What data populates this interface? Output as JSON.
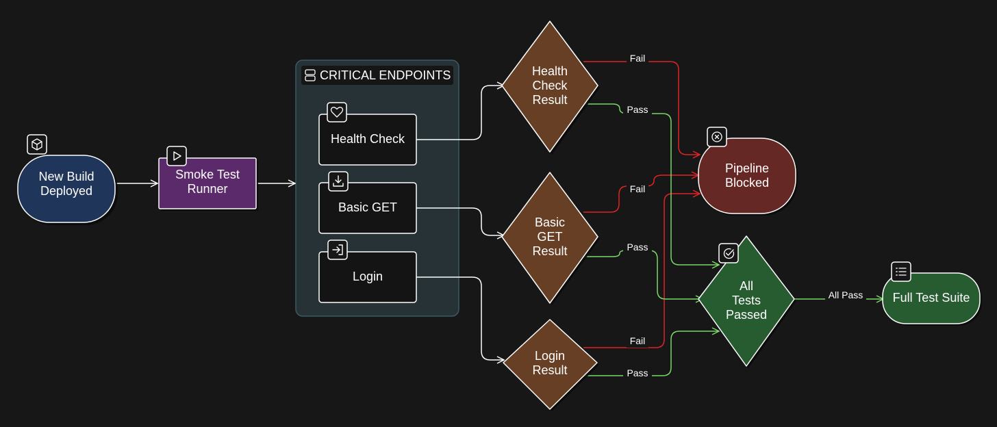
{
  "nodes": {
    "new_build": {
      "label_lines": [
        "New Build",
        "Deployed"
      ],
      "icon": "box-icon",
      "fill": "#1f3559"
    },
    "smoke_runner": {
      "label_lines": [
        "Smoke Test",
        "Runner"
      ],
      "icon": "play-icon",
      "fill": "#5a2a6a"
    },
    "health_check": {
      "label_lines": [
        "Health Check"
      ],
      "icon": "heart-icon",
      "fill": "#141414"
    },
    "basic_get": {
      "label_lines": [
        "Basic GET"
      ],
      "icon": "download-icon",
      "fill": "#141414"
    },
    "login": {
      "label_lines": [
        "Login"
      ],
      "icon": "login-icon",
      "fill": "#141414"
    },
    "health_result": {
      "label_lines": [
        "Health",
        "Check",
        "Result"
      ],
      "fill": "#673f25"
    },
    "get_result": {
      "label_lines": [
        "Basic",
        "GET",
        "Result"
      ],
      "fill": "#673f25"
    },
    "login_result": {
      "label_lines": [
        "Login",
        "Result"
      ],
      "fill": "#673f25"
    },
    "pipeline_blocked": {
      "label_lines": [
        "Pipeline",
        "Blocked"
      ],
      "icon": "x-circle-icon",
      "fill": "#652824"
    },
    "all_passed": {
      "label_lines": [
        "All",
        "Tests",
        "Passed"
      ],
      "icon": "check-circle-icon",
      "fill": "#275b30"
    },
    "full_suite": {
      "label_lines": [
        "Full Test Suite"
      ],
      "icon": "list-icon",
      "fill": "#275b30"
    }
  },
  "group": {
    "title": "CRITICAL ENDPOINTS",
    "icon": "server-icon"
  },
  "edges": {
    "health_fail": "Fail",
    "health_pass": "Pass",
    "get_fail": "Fail",
    "get_pass": "Pass",
    "login_fail": "Fail",
    "login_pass": "Pass",
    "all_pass": "All Pass"
  },
  "colors": {
    "background": "#171717",
    "edge": "#ffffff",
    "fail": "#e02424",
    "pass": "#7ad968",
    "group_fill": "#263235",
    "group_border": "#3c5a66"
  }
}
